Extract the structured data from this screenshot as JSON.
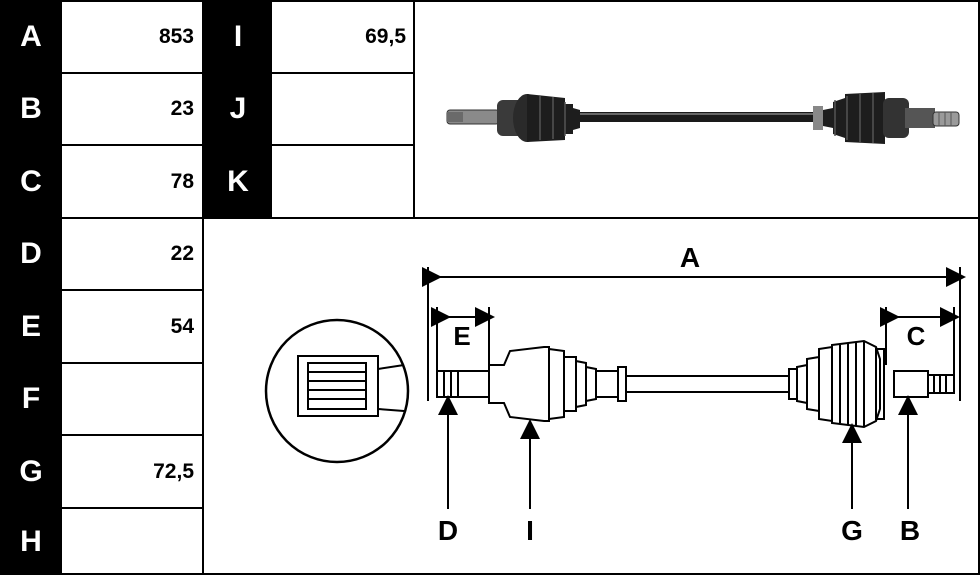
{
  "left_table": [
    {
      "label": "A",
      "value": "853"
    },
    {
      "label": "B",
      "value": "23"
    },
    {
      "label": "C",
      "value": "78"
    },
    {
      "label": "D",
      "value": "22"
    },
    {
      "label": "E",
      "value": "54"
    },
    {
      "label": "F",
      "value": ""
    },
    {
      "label": "G",
      "value": "72,5"
    },
    {
      "label": "H",
      "value": ""
    }
  ],
  "mid_table": [
    {
      "label": "I",
      "value": "69,5"
    },
    {
      "label": "J",
      "value": ""
    },
    {
      "label": "K",
      "value": ""
    }
  ],
  "diagram_labels": {
    "a": "A",
    "b": "B",
    "c": "C",
    "d": "D",
    "e": "E",
    "g": "G",
    "i": "I"
  },
  "colors": {
    "label_bg": "#000000",
    "label_fg": "#ffffff",
    "line": "#000000"
  }
}
